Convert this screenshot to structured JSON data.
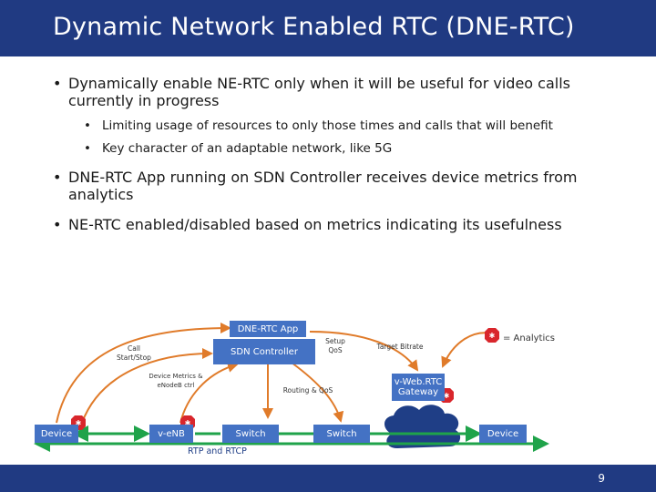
{
  "slide": {
    "title": "Dynamic Network Enabled RTC (DNE-RTC)",
    "page_number": "9"
  },
  "bullets": [
    {
      "text": "Dynamically enable NE-RTC only when it will be useful for video calls currently in progress",
      "sub": [
        "Limiting usage of resources to only those times and calls that will benefit",
        "Key character of an adaptable network, like 5G"
      ]
    },
    {
      "text": "DNE-RTC App running on SDN Controller receives device metrics from analytics"
    },
    {
      "text": "NE-RTC enabled/disabled based on metrics indicating its usefulness"
    }
  ],
  "bullet_symbol": "•",
  "diagram": {
    "boxes": {
      "dne_rtc_app": "DNE-RTC App",
      "sdn_controller": "SDN Controller",
      "device_left": "Device",
      "venb": "v-eNB",
      "switch1": "Switch",
      "switch2": "Switch",
      "vwebrtc_gateway": "v-Web.RTC Gateway",
      "device_right": "Device"
    },
    "labels": {
      "call_start_stop": "Call Start/Stop",
      "device_metrics": "Device Metrics & eNodeB ctrl",
      "setup_qos": "Setup QoS",
      "target_bitrate": "Target Bitrate",
      "routing_qos": "Routing & QoS",
      "rtp_rtcp": "RTP and RTCP"
    },
    "legend": {
      "analytics": "= Analytics"
    },
    "colors": {
      "analytics_red": "#d9262c",
      "arrow_orange": "#e07b2a",
      "link_green": "#1fa34a",
      "box_blue": "#4472c4",
      "title_navy": "#203a82"
    }
  }
}
